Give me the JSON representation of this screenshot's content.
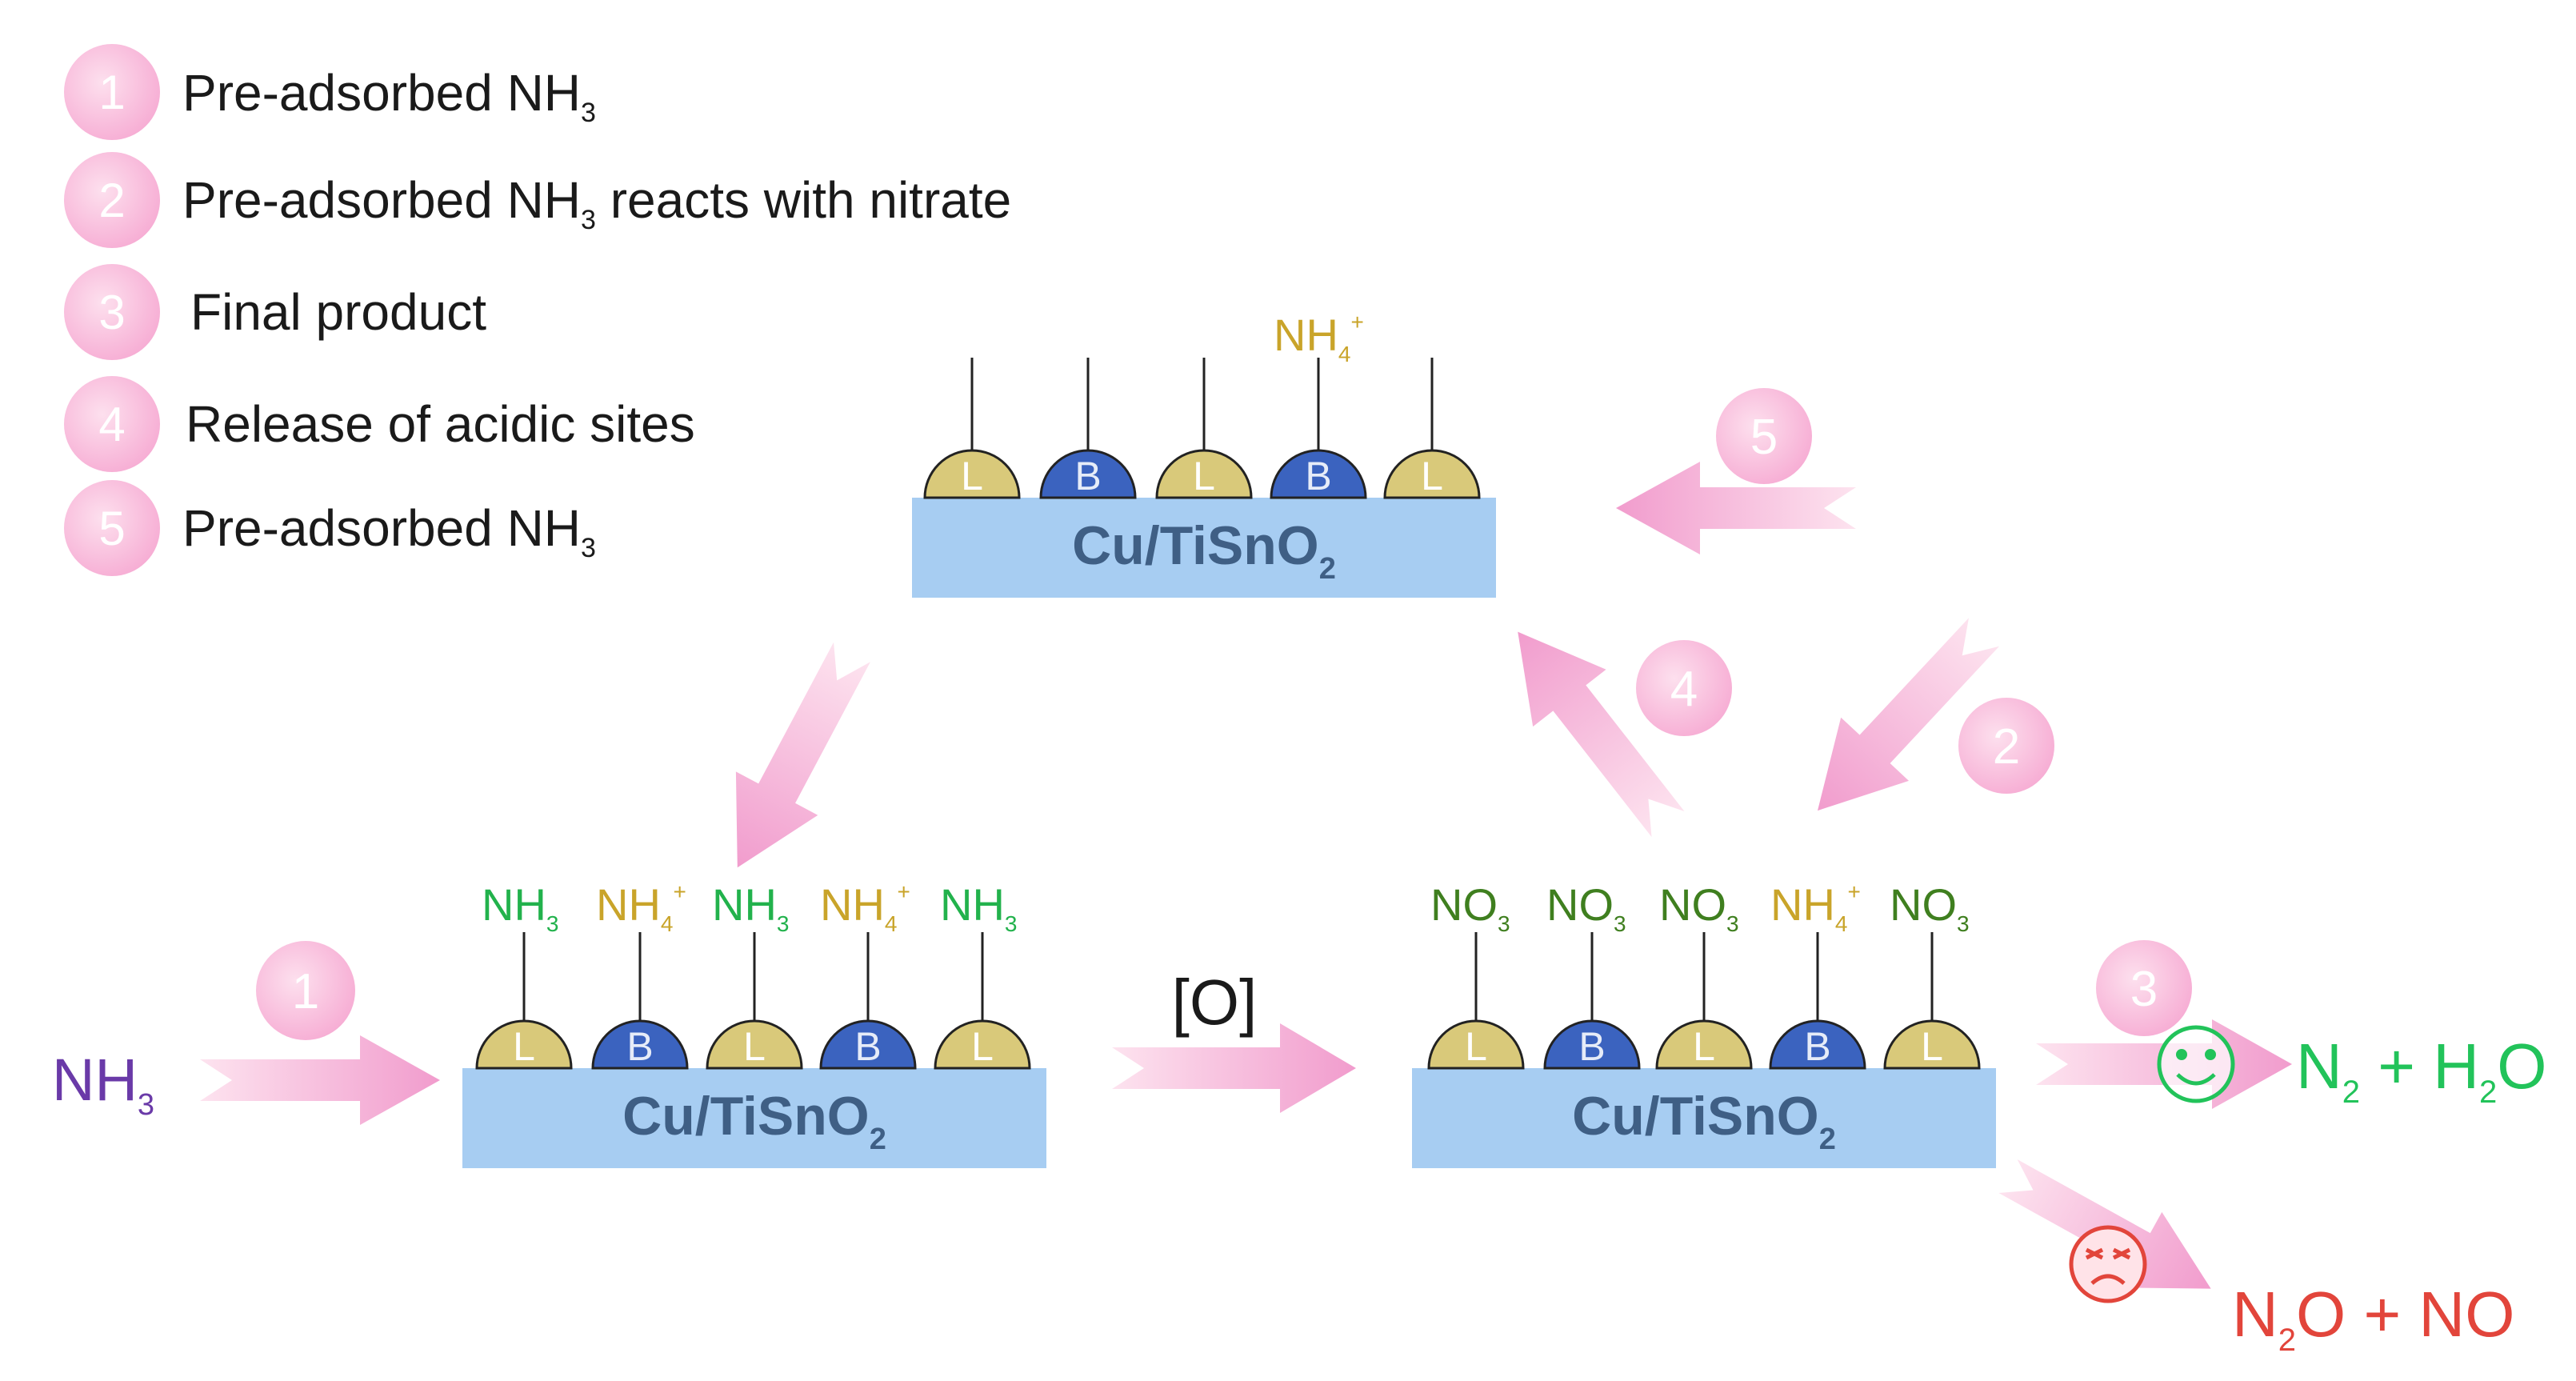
{
  "legend": [
    {
      "num": "1",
      "text": "Pre-adsorbed NH",
      "sub": "3",
      "rest": ""
    },
    {
      "num": "2",
      "text": "Pre-adsorbed NH",
      "sub": "3",
      "rest": " reacts with nitrate"
    },
    {
      "num": "3",
      "text": "Final product",
      "sub": "",
      "rest": ""
    },
    {
      "num": "4",
      "text": "Release of acidic sites",
      "sub": "",
      "rest": ""
    },
    {
      "num": "5",
      "text": "Pre-adsorbed NH",
      "sub": "3",
      "rest": ""
    }
  ],
  "surface": {
    "main": "Cu/TiSnO",
    "sub": "2"
  },
  "site_letters": [
    "L",
    "B",
    "L",
    "B",
    "L"
  ],
  "top_panel": {
    "adsorbate": {
      "main": "NH",
      "sub": "4",
      "sup": "+"
    }
  },
  "left_panel": {
    "adsorbates": [
      {
        "main": "NH",
        "sub": "3",
        "sup": ""
      },
      {
        "main": "NH",
        "sub": "4",
        "sup": "+"
      },
      {
        "main": "NH",
        "sub": "3",
        "sup": ""
      },
      {
        "main": "NH",
        "sub": "4",
        "sup": "+"
      },
      {
        "main": "NH",
        "sub": "3",
        "sup": ""
      }
    ]
  },
  "right_panel": {
    "adsorbates": [
      {
        "main": "NO",
        "sub": "3",
        "sup": ""
      },
      {
        "main": "NO",
        "sub": "3",
        "sup": ""
      },
      {
        "main": "NO",
        "sub": "3",
        "sup": ""
      },
      {
        "main": "NH",
        "sub": "4",
        "sup": "+"
      },
      {
        "main": "NO",
        "sub": "3",
        "sup": ""
      }
    ]
  },
  "reactant": {
    "main": "NH",
    "sub": "3"
  },
  "oxidant_label": "[O]",
  "arrow_numbers": {
    "step1": "1",
    "step2": "2",
    "step3": "3",
    "step4": "4",
    "step5": "5"
  },
  "products": {
    "good": {
      "a": "N",
      "a_sub": "2",
      "mid": " + H",
      "b_sub": "2",
      "end": "O"
    },
    "bad": {
      "a": "N",
      "a_sub": "2",
      "end": "O + NO"
    }
  },
  "colors": {
    "lewis_site": "#d9c97a",
    "bronsted_site": "#3b63bf",
    "support": "#a7cdf2",
    "support_text": "#3f5f85",
    "nh3_green": "#22b24c",
    "nh4_gold": "#c9a42a",
    "no3_darkgreen": "#3f7f1f",
    "reactant_purple": "#6a3aa8",
    "good_product": "#22c35a",
    "bad_product": "#e2453b",
    "arrow_pink": "#f4a6cf",
    "badge_pink": "#f7b2d5"
  }
}
